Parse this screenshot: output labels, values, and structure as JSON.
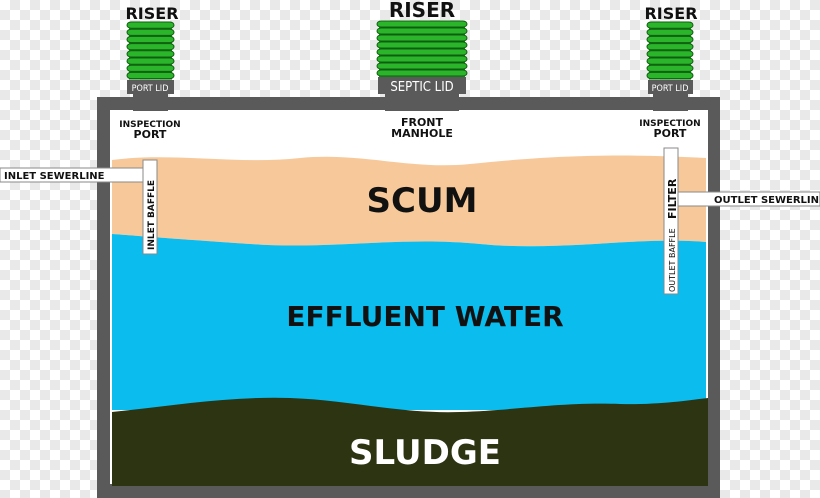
{
  "risers": {
    "left": {
      "title": "RISER",
      "lid": "PORT LID",
      "port": [
        "INSPECTION",
        "PORT"
      ]
    },
    "center": {
      "title": "RISER",
      "lid": "SEPTIC LID",
      "port": [
        "FRONT",
        "MANHOLE"
      ]
    },
    "right": {
      "title": "RISER",
      "lid": "PORT LID",
      "port": [
        "INSPECTION",
        "PORT"
      ]
    }
  },
  "lines": {
    "inlet": "INLET SEWERLINE",
    "outlet": "OUTLET SEWERLINE"
  },
  "baffles": {
    "inlet": "INLET BAFFLE",
    "filter": "FILTER",
    "outlet": "OUTLET BAFFLE"
  },
  "layers": {
    "scum": "SCUM",
    "effluent": "EFFLUENT WATER",
    "sludge": "SLUDGE"
  },
  "colors": {
    "riser": "#2bb52b",
    "tank_wall": "#5a5a5a",
    "scum": "#f7c99a",
    "effluent": "#0bbcee",
    "sludge": "#2c3412"
  }
}
